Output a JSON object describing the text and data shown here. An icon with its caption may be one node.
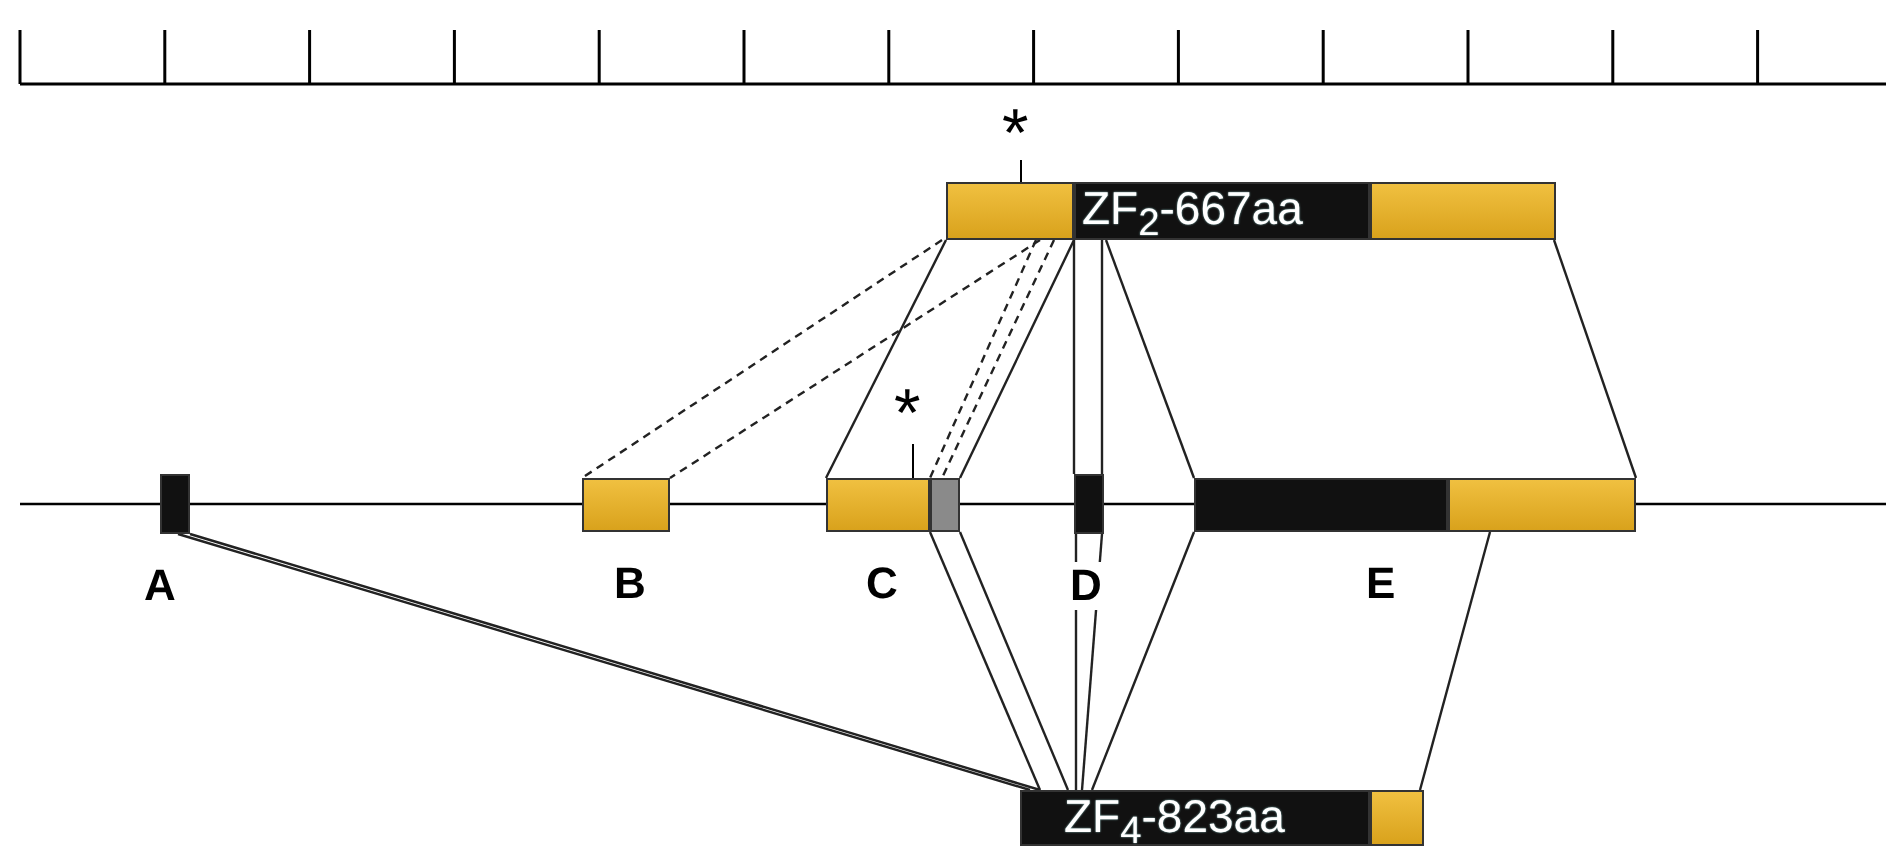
{
  "diagram": {
    "nodes": [
      {
        "text": [
          "ZF$_{2}$-667aa"
        ],
        "beside": [
          "*"
        ]
      },
      {
        "text": [
          "A"
        ]
      },
      {
        "text": [
          "B"
        ]
      },
      {
        "text": [
          "C"
        ],
        "beside": [
          "*"
        ]
      },
      {
        "text": [
          "D"
        ]
      },
      {
        "text": [
          "E"
        ]
      },
      {
        "text": [
          "ZF$_{4}$-823aa"
        ]
      }
    ],
    "edges": [
      {
        "from": 0,
        "to": 2,
        "arrow": "none",
        "style": "dashed"
      },
      {
        "from": 0,
        "to": 2,
        "arrow": "none",
        "style": "dashed"
      },
      {
        "from": 0,
        "to": 3,
        "arrow": "none"
      },
      {
        "from": 0,
        "to": 3,
        "arrow": "none"
      },
      {
        "from": 0,
        "to": 3,
        "arrow": "none",
        "style": "dashed"
      },
      {
        "from": 0,
        "to": 3,
        "arrow": "none",
        "style": "dashed"
      },
      {
        "from": 0,
        "to": 4,
        "arrow": "none"
      },
      {
        "from": 0,
        "to": 4,
        "arrow": "none"
      },
      {
        "from": 0,
        "to": 5,
        "arrow": "none"
      },
      {
        "from": 0,
        "to": 5,
        "arrow": "none"
      },
      {
        "from": 1,
        "to": 6,
        "arrow": "none"
      },
      {
        "from": 3,
        "to": 6,
        "arrow": "none"
      },
      {
        "from": 3,
        "to": 6,
        "arrow": "none"
      },
      {
        "from": 4,
        "to": 6,
        "arrow": "none"
      },
      {
        "from": 4,
        "to": 6,
        "arrow": "none"
      },
      {
        "from": 5,
        "to": 6,
        "arrow": "none"
      },
      {
        "from": 5,
        "to": 6,
        "arrow": "none"
      }
    ]
  }
}
